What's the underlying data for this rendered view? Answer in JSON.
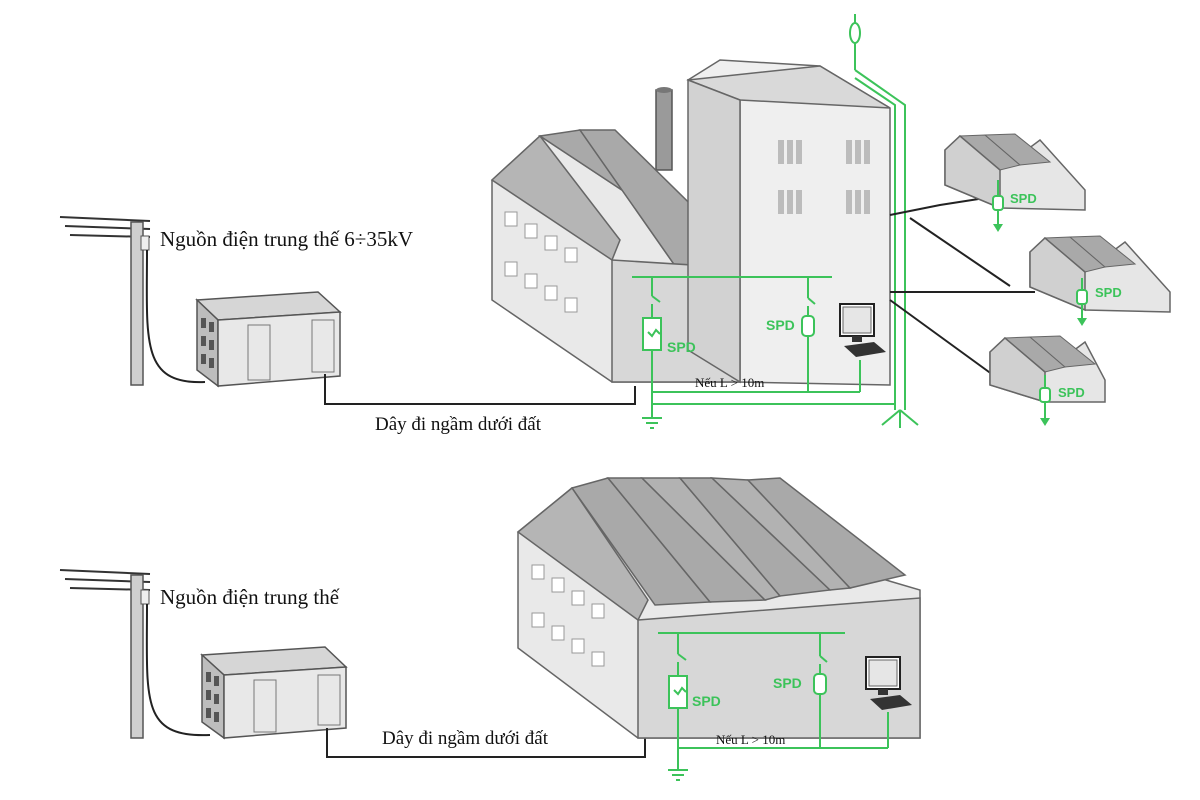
{
  "top": {
    "source_label": "Nguồn điện trung thế 6÷35kV",
    "cable_label": "Dây đi ngầm dưới đất",
    "distance_label": "Nếu L > 10m",
    "spd_main": "SPD",
    "spd_sub": "SPD",
    "remote_spd": [
      "SPD",
      "SPD",
      "SPD"
    ]
  },
  "bottom": {
    "source_label": "Nguồn điện trung thế",
    "cable_label": "Dây đi ngầm dưới đất",
    "distance_label": "Nếu L > 10m",
    "spd_main": "SPD",
    "spd_sub": "SPD"
  },
  "colors": {
    "green": "#3cc35a",
    "wall_light": "#e9e9e9",
    "wall_dark": "#bdbdbd",
    "roof": "#a9a9a9"
  }
}
